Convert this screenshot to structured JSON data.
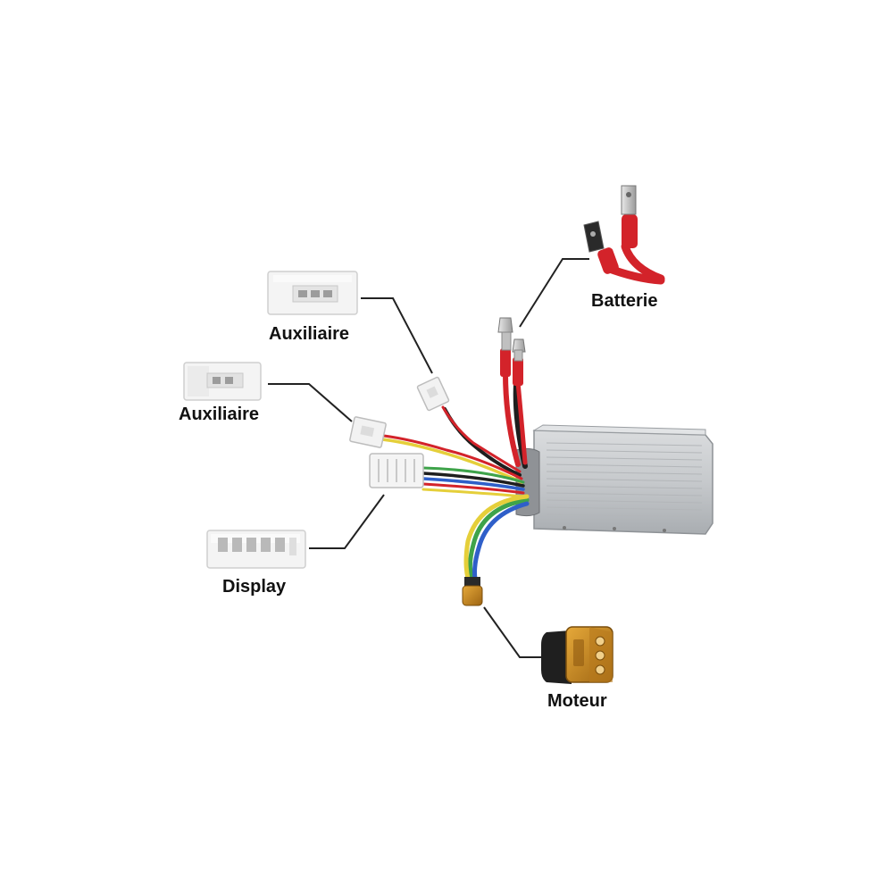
{
  "labels": {
    "battery": "Batterie",
    "aux_top": "Auxiliaire",
    "aux_mid": "Auxiliaire",
    "display": "Display",
    "motor": "Moteur"
  },
  "colors": {
    "background": "#ffffff",
    "controller_body": "#c9cccf",
    "wire_red": "#d3232a",
    "wire_black": "#1e1e1e",
    "wire_yellow": "#e5cf3a",
    "wire_green": "#3ea34a",
    "wire_blue": "#2f5fc9",
    "connector_white": "#f2f2f2",
    "motor_connector": "#c98a1f",
    "leader_line": "#222222"
  }
}
